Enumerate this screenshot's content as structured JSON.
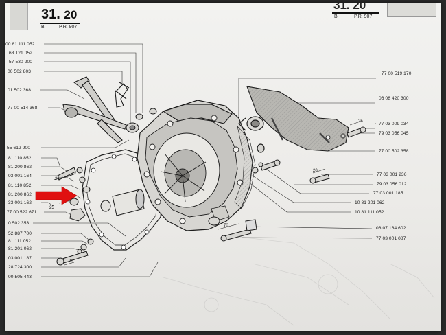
{
  "header": {
    "left_number": "31",
    "left_suffix": "20",
    "left_sub_a": "B",
    "left_sub_b": "P.R. 907",
    "right_number": "31. 20",
    "right_sub_a": "B",
    "right_sub_b": "P.R. 907"
  },
  "left_labels": [
    "00 81 111 052",
    "63 121 052",
    "57 530 200",
    "00 502 803",
    "01 502 368",
    "77 00 514 368",
    "55 612 900",
    "81 110 852",
    "81 200 862",
    "03 001 164",
    "81 110 852",
    "81 200 862",
    "33 001 162",
    "77 00 522 671",
    "0 502 353",
    "52 887 700",
    "81 111 052",
    "81 201 062",
    "03 001 187",
    "28 724 300",
    "00 505 443"
  ],
  "right_labels": [
    "77 00 519 170",
    "06 08 420 300",
    "77 03 009 034",
    "79 03 056 045",
    "77 00 502 358",
    "77 03 001 236",
    "79 03 056 012",
    "77 03 001 185",
    "10 81 201 062",
    "10 81 111 052",
    "06 07 164 602",
    "77 03 001 087"
  ],
  "dimensions": {
    "d1": "25",
    "d2": "20",
    "d3": "20",
    "d4": "25",
    "d5": "70",
    "d6": "20"
  },
  "colors": {
    "arrow": "#e01010",
    "page": "#efeeeb",
    "ink": "#1a1a1a"
  },
  "icons": {
    "arrow": "red-arrow-icon"
  }
}
